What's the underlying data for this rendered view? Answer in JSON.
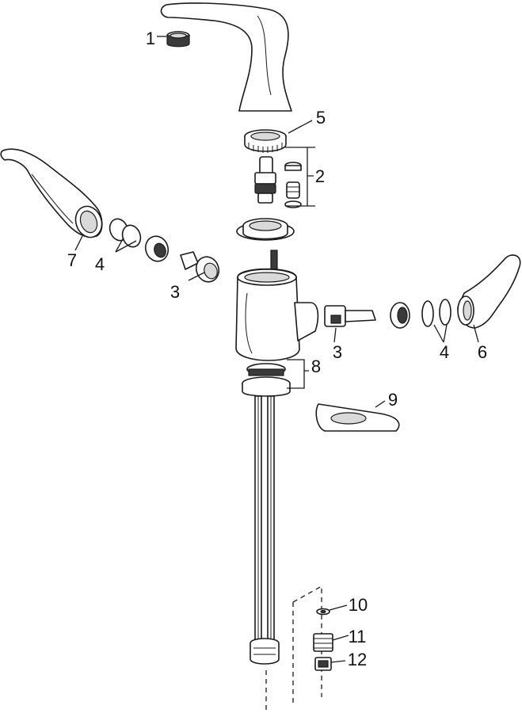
{
  "callouts": [
    {
      "id": "c1",
      "label": "1"
    },
    {
      "id": "c2",
      "label": "2"
    },
    {
      "id": "c3a",
      "label": "3"
    },
    {
      "id": "c3b",
      "label": "3"
    },
    {
      "id": "c4a",
      "label": "4"
    },
    {
      "id": "c4b",
      "label": "4"
    },
    {
      "id": "c5",
      "label": "5"
    },
    {
      "id": "c6",
      "label": "6"
    },
    {
      "id": "c7",
      "label": "7"
    },
    {
      "id": "c8",
      "label": "8"
    },
    {
      "id": "c9",
      "label": "9"
    },
    {
      "id": "c10",
      "label": "10"
    },
    {
      "id": "c11",
      "label": "11"
    },
    {
      "id": "c12",
      "label": "12"
    }
  ]
}
